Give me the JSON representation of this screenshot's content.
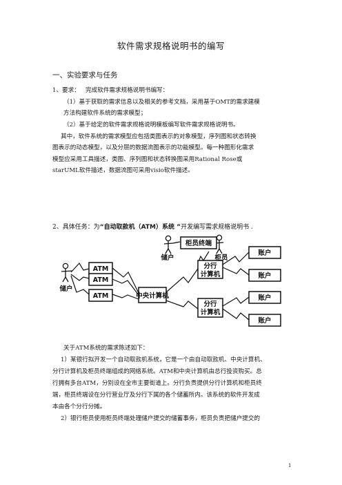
{
  "doc": {
    "title": "软件需求规格说明书的编写",
    "section1": "一、实验要求与任务",
    "req_label": "1、要求：",
    "req_text": "完成软件需求规格说明书编写：",
    "item1_a": "（1）基于获取的需求信息以及相关的参考文档，采用基于OMT的需求建模",
    "item1_b": "方法构建软件系统的需求模型；",
    "item2": "（2）基于给定的软件需求规格说明模板编写软件需求规格说明书。",
    "para_a": "其中，软件系统的需求模型应包括类图表示的对象模型，序列图和状态转换",
    "para_b": "图表示的动态模型，以及分层的数据流图表示的功能模型。每一种图形化需求",
    "para_c": "模型应采用工具描述，类图、序列图和状态转换图采用Rational Rose或",
    "para_d": "starUML软件描述，数据流图可采用visio软件描述。",
    "task_label": "2、具体任务：为",
    "task_bold": "“自动取款机（ATM）系统 ”",
    "task_rest": "开发编写需求规格说明书 .",
    "intro": "关于ATM系统的需求陈述如下：",
    "r1_a": "1）某银行拟开发一个自动取款机系统，它是一个由自动取款机、中央计算机、",
    "r1_b": "分行计算机及柜员终端组成的网络系统。ATM和中央计算机由总行投资购买。总",
    "r1_c": "行拥有多台ATM，分别设在全市主要街道上。分行负责提供分行计算机和柜员终",
    "r1_d": "端，柜员终端设在分行营业厅及分行下属的各个储蓄所内。该系统的软件开发成",
    "r1_e": "本由各个分行分摊。",
    "r2_a": "2）银行柜员使用柜员终端处理储户提交的储蓄事务，柜员负责把储户提交的",
    "page_number": "1"
  },
  "diagram": {
    "teller_terminal": "柜员终端",
    "depositor_top": "储户",
    "teller": "柜员",
    "depositor_left": "储户",
    "atm1": "ATM",
    "atm2": "ATM",
    "atm3": "ATM",
    "central": "中央计算机",
    "branch1_l1": "分行",
    "branch1_l2": "计算机",
    "branch2_l1": "分行",
    "branch2_l2": "计算机",
    "acct1": "账户",
    "acct2": "账户",
    "acct3": "账户",
    "acct4": "账户"
  }
}
